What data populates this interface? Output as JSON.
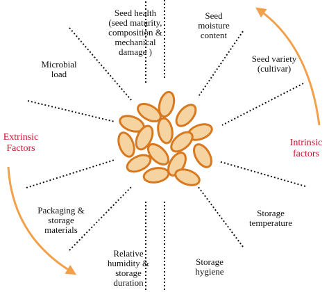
{
  "center_image": "seed-cluster",
  "colors": {
    "extrinsic": "#c8102e",
    "intrinsic": "#c8102e",
    "arrow": "#f2a04a",
    "seed_fill": "#f6d4a2",
    "seed_stroke": "#d8781f"
  },
  "labels": {
    "seed_health": [
      "Seed health",
      "(seed maturity,",
      "composition &",
      "mechanical",
      "damage )"
    ],
    "seed_moisture": [
      "Seed",
      "moisture",
      "content"
    ],
    "microbial_load": [
      "Microbial",
      "load"
    ],
    "seed_variety": [
      "Seed variety",
      "(cultivar)"
    ],
    "extrinsic": [
      "Extrinsic",
      "Factors"
    ],
    "intrinsic": [
      "Intrinsic",
      "factors"
    ],
    "packaging": [
      "Packaging &",
      "storage",
      "materials"
    ],
    "storage_temperature": [
      "Storage",
      "temperature"
    ],
    "relative_humidity": [
      "Relative",
      "humidity &",
      "storage",
      "duration"
    ],
    "storage_hygiene": [
      "Storage",
      "hygiene"
    ]
  }
}
